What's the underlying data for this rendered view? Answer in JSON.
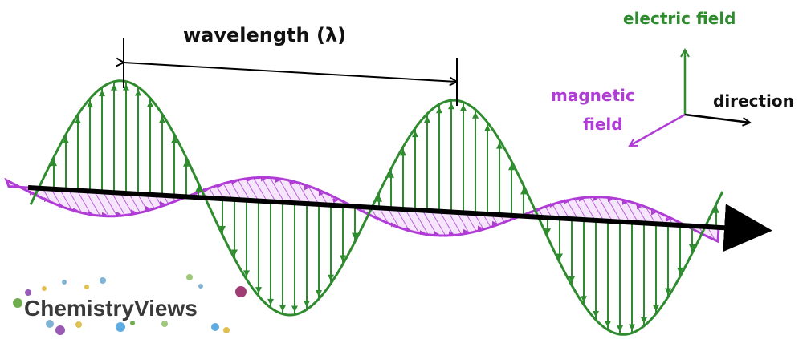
{
  "labels": {
    "wavelength": "wavelength (λ)",
    "electric_field": "electric field",
    "magnetic_line1": "magnetic",
    "magnetic_line2": "field",
    "direction": "direction"
  },
  "logo": {
    "text": "ChemistryViews"
  },
  "colors": {
    "electric": "#2e8b2e",
    "magnetic": "#b03cd6",
    "magnetic_fill": "#e7c9f3",
    "axis": "#000000",
    "text": "#111111",
    "logo_text": "#3a3a3a"
  }
}
